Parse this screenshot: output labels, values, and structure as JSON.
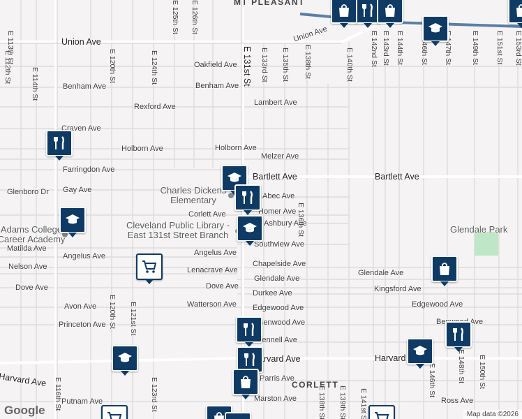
{
  "neighborhoods": {
    "mt_pleasant": "MT PLEASANT",
    "corlett": "CORLETT"
  },
  "horizontal_streets": [
    "Union Ave",
    "Oakfield Ave",
    "Benham Ave",
    "Benham Ave",
    "Rexford Ave",
    "Lambert Ave",
    "Craven Ave",
    "Holborn Ave",
    "Holborn Ave",
    "Melzer Ave",
    "Farringdon Ave",
    "Bartlett Ave",
    "Bartlett Ave",
    "Gay Ave",
    "Glenboro Dr",
    "Corlett Ave",
    "Angelus Ave",
    "Angelus Ave",
    "Matilda Ave",
    "Nelson Ave",
    "Lenacrave Ave",
    "Chapelside Ave",
    "Glendale Ave",
    "Glendale Ave",
    "Dove Ave",
    "Dove Ave",
    "Durkee Ave",
    "Kingsford Ave",
    "Avon Ave",
    "Watterson Ave",
    "Edgewood Ave",
    "Edgewood Ave",
    "Princeton Ave",
    "Benwood Ave",
    "Benwood Ave",
    "Harvard Ave",
    "Harvard Ave",
    "Harvard Ave",
    "Marston Ave",
    "Putnam Ave",
    "Ross Ave",
    "Southview Ave",
    "Homer Ave",
    "Ashbury Ave",
    "Abec Ave",
    "Parris Ave",
    "Kennell Ave"
  ],
  "vertical_streets": [
    "E 113th St",
    "E 114th St",
    "E 112th St",
    "E 120th St",
    "E 124th St",
    "E 125th St",
    "E 126th St",
    "E 131st St",
    "E 133rd St",
    "E 135th St",
    "E 138th St",
    "E 140th St",
    "E 142nd St",
    "E 143rd St",
    "E 144th St",
    "E 146th St",
    "E 147th St",
    "E 149th St",
    "E 151st St",
    "E 153rd St",
    "E 136th St",
    "E 116th St",
    "E 120th St",
    "E 121st St",
    "E 148th St",
    "E 150th St",
    "E 146th St",
    "E 123rd St",
    "E 138th St",
    "E 139th St",
    "E 141st St"
  ],
  "poi": {
    "dickens": "Charles Dickens Elementary",
    "library": "Cleveland Public Library - East 131st Street Branch",
    "adams": "Adams College Career Academy",
    "park": "Glendale Park"
  },
  "icons": {
    "school": "school-graduation-cap-icon",
    "restaurant": "fork-knife-icon",
    "shopping": "shopping-bag-icon",
    "grocery": "shopping-cart-icon"
  },
  "colors": {
    "pin": "#0f3a63",
    "road": "#ffffff",
    "background": "#f5f3f3",
    "park": "#bfe6c7",
    "transit": "#5b7fa6"
  },
  "footer": {
    "copyright": "Map data ©2026",
    "google": "Google"
  }
}
